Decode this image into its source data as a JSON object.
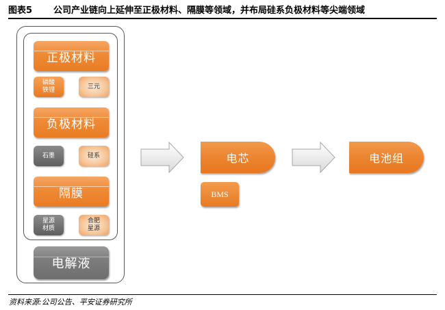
{
  "header": {
    "figure_label": "图表5",
    "title": "公司产业链向上延伸至正极材料、隔膜等领域，并布局硅系负极材料等尖端领域"
  },
  "footer": {
    "source": "资料来源:公司公告、平安证券研究所"
  },
  "diagram": {
    "materials": [
      {
        "label": "正极材料",
        "subs": [
          {
            "label": "磷酸\n铁锂",
            "style": "orange"
          },
          {
            "label": "三元",
            "style": "peach"
          }
        ]
      },
      {
        "label": "负极材料",
        "subs": [
          {
            "label": "石墨",
            "style": "gray"
          },
          {
            "label": "硅系",
            "style": "peach"
          }
        ]
      },
      {
        "label": "隔膜",
        "subs": [
          {
            "label": "星源\n材质",
            "style": "gray"
          },
          {
            "label": "合肥\n星源",
            "style": "peach"
          }
        ]
      }
    ],
    "electrolyte": "电解液",
    "cell": "电芯",
    "bms": "BMS",
    "pack": "电池组"
  },
  "colors": {
    "orange": "#ec8430",
    "gray": "#7d7d7d",
    "peach": "#f6c597"
  }
}
